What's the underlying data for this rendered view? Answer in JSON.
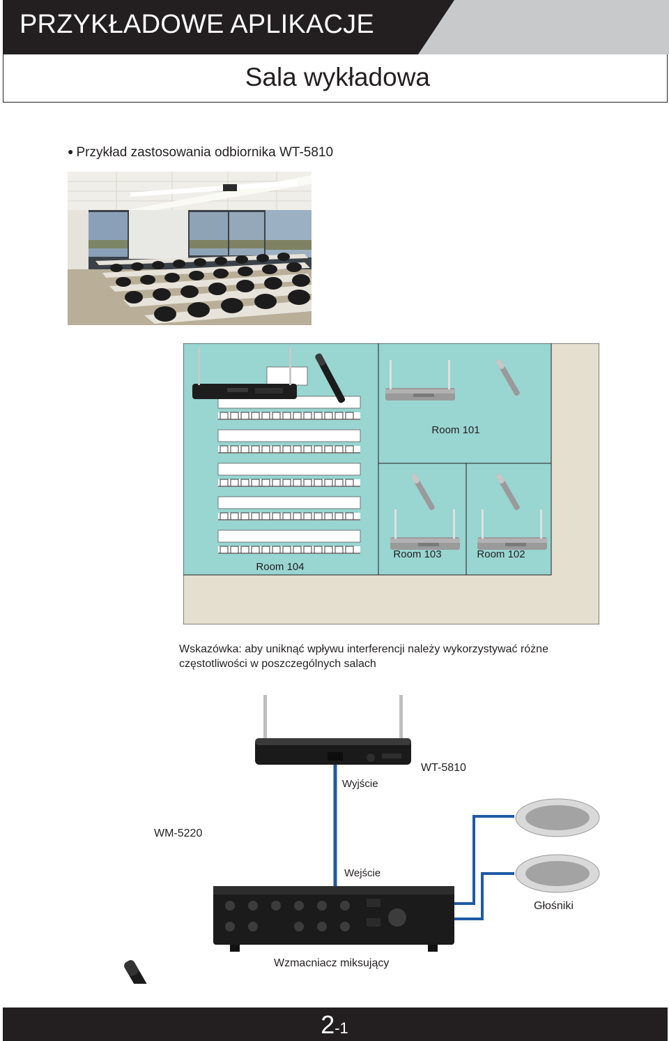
{
  "header": {
    "title": "PRZYKŁADOWE APLIKACJE",
    "subtitle": "Sala wykładowa"
  },
  "example": {
    "caption": "Przykład zastosowania odbiornika WT-5810"
  },
  "floor_plan": {
    "rooms": [
      "Room 101",
      "Room 102",
      "Room 103",
      "Room 104"
    ]
  },
  "tip": "Wskazówka: aby uniknąć wpływu interferencji należy wykorzystywać różne częstotliwości w poszczególnych salach",
  "diagram": {
    "output_label": "Wyjście",
    "receiver_label": "WT-5810",
    "mic_label": "WM-5220",
    "input_label": "Wejście",
    "speakers_label": "Głośniki",
    "amplifier_label": "Wzmacniacz miksujący"
  },
  "colors": {
    "header_dark": "#231f20",
    "header_gray": "#c8c9cb",
    "room_teal": "#99d5d1",
    "corridor_beige": "#e5dfd0",
    "cable_blue": "#1f5aa6"
  },
  "footer": {
    "page_major": "2",
    "page_minor": "-1"
  }
}
